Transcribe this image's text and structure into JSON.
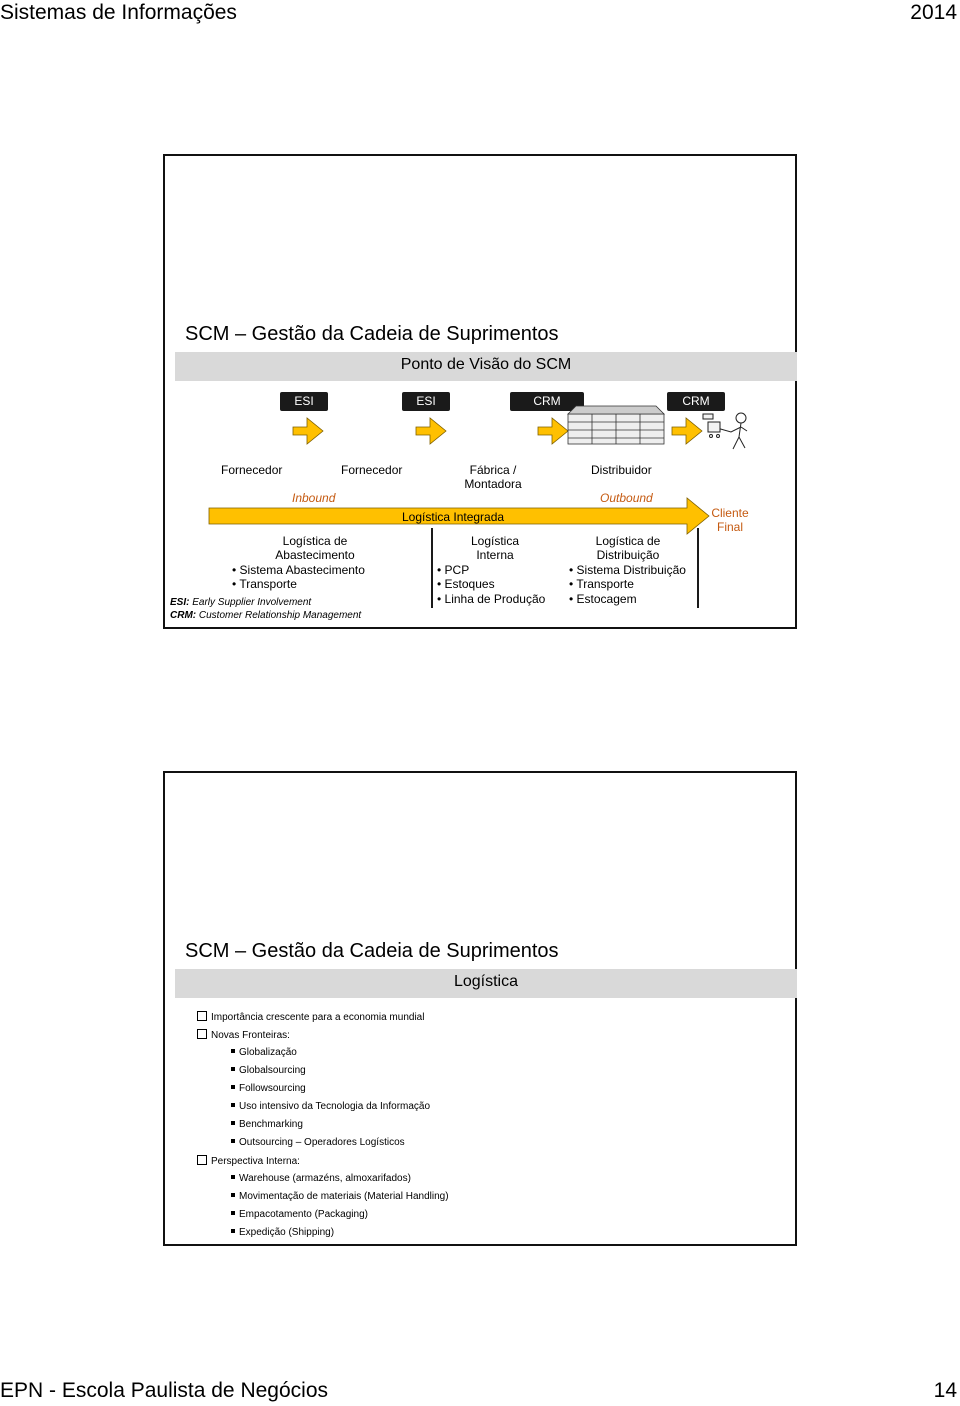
{
  "header": {
    "left": "Sistemas de Informações",
    "right": "2014"
  },
  "footer": {
    "left": "EPN - Escola Paulista de Negócios",
    "right": "14"
  },
  "slide1": {
    "title": "SCM – Gestão da Cadeia de Suprimentos",
    "subtitle": "Ponto de Visão do SCM",
    "boxes": [
      "ESI",
      "ESI",
      "CRM",
      "CRM"
    ],
    "fornecedor1": "Fornecedor",
    "fornecedor2": "Fornecedor",
    "fabrica": "Fábrica / Montadora",
    "distribuidor": "Distribuidor",
    "inbound": "Inbound",
    "outbound": "Outbound",
    "logistica_integrada": "Logística Integrada",
    "cliente_final": "Cliente Final",
    "col1": {
      "title": "Logística de Abastecimento",
      "items": [
        "Sistema Abastecimento",
        "Transporte"
      ]
    },
    "col2": {
      "title": "Logística Interna",
      "items": [
        "PCP",
        "Estoques",
        "Linha de Produção"
      ]
    },
    "col3": {
      "title": "Logística de Distribuição",
      "items": [
        "Sistema Distribuição",
        "Transporte",
        "Estocagem"
      ]
    },
    "esi_label": "ESI:",
    "esi_text": "Early Supplier Involvement",
    "crm_label": "CRM:",
    "crm_text": "Customer Relationship Management",
    "colors": {
      "arrow": "#ffc000",
      "accent": "#c55a11",
      "bar": "#d9d9d9"
    }
  },
  "slide2": {
    "title": "SCM – Gestão da Cadeia de Suprimentos",
    "subtitle": "Logística",
    "items": [
      {
        "level": 1,
        "text": "Importância crescente para a economia mundial"
      },
      {
        "level": 1,
        "text": "Novas Fronteiras:"
      },
      {
        "level": 2,
        "text": "Globalização"
      },
      {
        "level": 2,
        "text": "Globalsourcing"
      },
      {
        "level": 2,
        "text": "Followsourcing"
      },
      {
        "level": 2,
        "text": "Uso intensivo da Tecnologia da Informação"
      },
      {
        "level": 2,
        "text": "Benchmarking"
      },
      {
        "level": 2,
        "text": "Outsourcing – Operadores Logísticos"
      },
      {
        "level": 1,
        "text": "Perspectiva Interna:"
      },
      {
        "level": 2,
        "text": "Warehouse (armazéns, almoxarifados)"
      },
      {
        "level": 2,
        "text": "Movimentação de materiais (Material Handling)"
      },
      {
        "level": 2,
        "text": "Empacotamento (Packaging)"
      },
      {
        "level": 2,
        "text": "Expedição (Shipping)"
      }
    ]
  }
}
